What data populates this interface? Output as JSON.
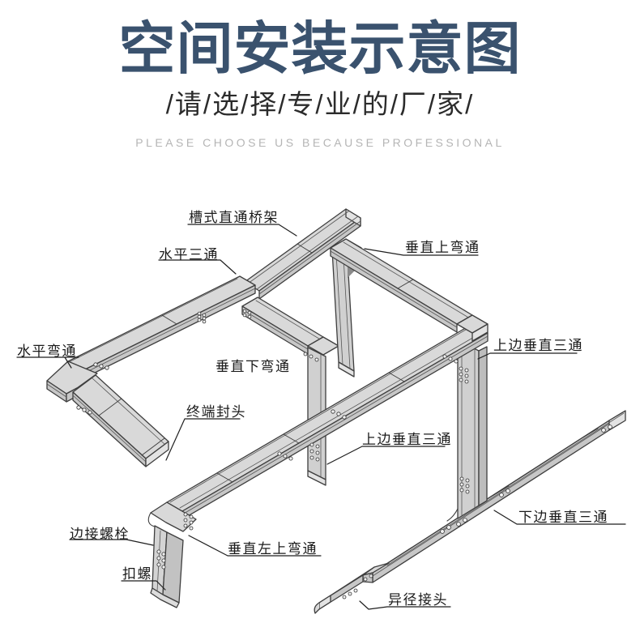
{
  "header": {
    "title": "空间安装示意图",
    "subtitle": "/请/选/择/专/业/的/厂/家/",
    "tagline": "PLEASE CHOOSE US BECAUSE PROFESSIONAL"
  },
  "colors": {
    "title": "#3a526e",
    "subtitle": "#2b2b2b",
    "tagline": "#b5b5b5",
    "outline": "#3e3e3e",
    "tray_top": "#d9d9d9",
    "tray_side": "#c7c7c7",
    "tray_front": "#d0d0d0",
    "background": "#ffffff"
  },
  "diagram": {
    "labels": [
      {
        "id": "trunking",
        "text": "槽式直通桥架"
      },
      {
        "id": "horizontal-tee",
        "text": "水平三通"
      },
      {
        "id": "vertical-up-bend",
        "text": "垂直上弯通"
      },
      {
        "id": "top-vertical-tee-right",
        "text": "上边垂直三通"
      },
      {
        "id": "horizontal-bend",
        "text": "水平弯通"
      },
      {
        "id": "vertical-down-bend",
        "text": "垂直下弯通"
      },
      {
        "id": "end-cap",
        "text": "终端封头"
      },
      {
        "id": "top-vertical-tee-mid",
        "text": "上边垂直三通"
      },
      {
        "id": "bottom-vertical-tee",
        "text": "下边垂直三通"
      },
      {
        "id": "edge-bolt",
        "text": "边接螺栓"
      },
      {
        "id": "vertical-left-up-bend",
        "text": "垂直左上弯通"
      },
      {
        "id": "buckle-screw",
        "text": "扣螺"
      },
      {
        "id": "reducer-joint",
        "text": "异径接头"
      }
    ]
  }
}
